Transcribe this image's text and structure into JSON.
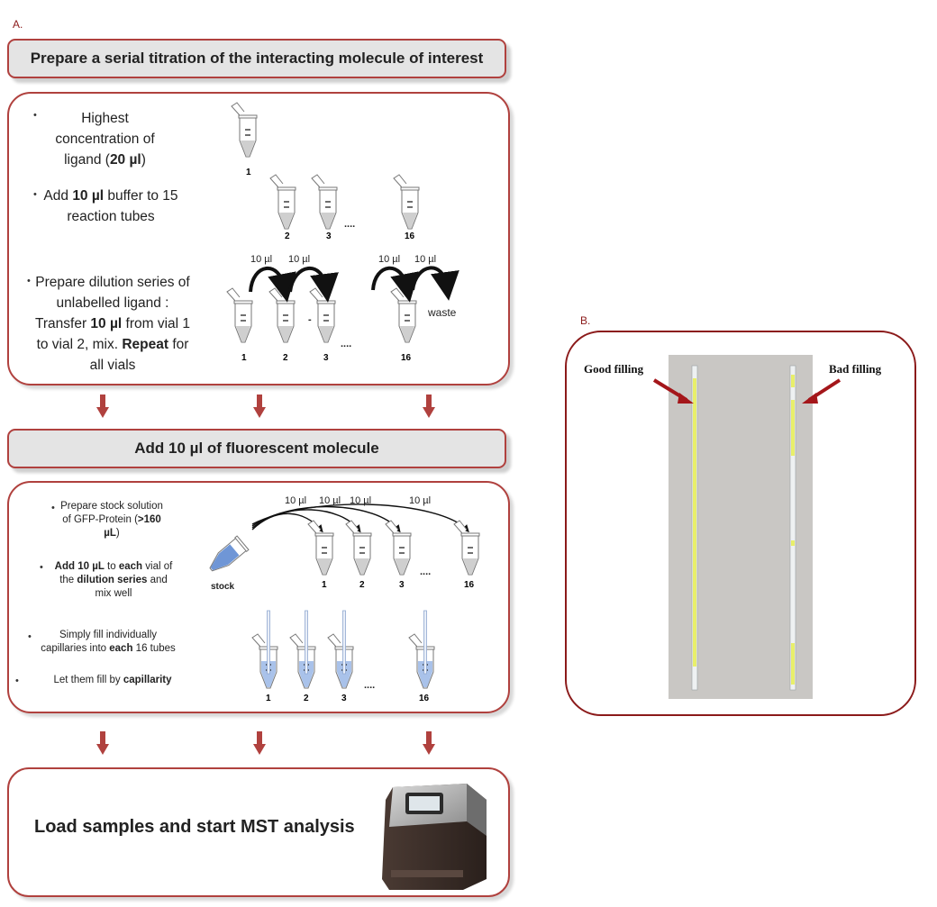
{
  "panel_a_label": "A.",
  "panel_b_label": "B.",
  "step1": {
    "header": "Prepare a serial titration of the interacting molecule of interest",
    "bullet1": {
      "pre": "Highest concentration of ligand (",
      "bold": "20 µl",
      "post": ")"
    },
    "bullet2": {
      "pre": "Add ",
      "bold": "10 µl",
      "post": " buffer to 15 reaction tubes"
    },
    "bullet3": {
      "pre": "Prepare dilution series of unlabelled ligand : Transfer ",
      "bold": "10 µl",
      "mid": " from vial 1 to vial 2, mix. ",
      "bold2": "Repeat",
      "post": " for all vials"
    },
    "tube_labels_row1": [
      "1"
    ],
    "tube_labels_row2": [
      "2",
      "3",
      "16"
    ],
    "tube_labels_row3": [
      "1",
      "2",
      "3",
      "16"
    ],
    "transfer_label": "10 µl",
    "waste_label": "waste",
    "ellipsis": "...."
  },
  "step2": {
    "header": "Add 10 µl of fluorescent molecule",
    "bullet1": {
      "pre": "Prepare stock solution of GFP-Protein  (",
      "bold": ">160 µL",
      "post": ")"
    },
    "bullet2": {
      "bold1": "Add 10 µL",
      "mid1": " to ",
      "bold2": "each",
      "mid2": " vial of the ",
      "bold3": "dilution series",
      "post": " and mix well"
    },
    "bullet3": {
      "pre": "Simply fill individually capillaries into ",
      "bold": "each",
      "post": " 16 tubes"
    },
    "bullet4": {
      "pre": "Let them fill by ",
      "bold": "capillarity"
    },
    "stock_label": "stock",
    "tube_labels": [
      "1",
      "2",
      "3",
      "16"
    ],
    "transfer_label": "10 µl"
  },
  "step3": {
    "text": "Load samples and start MST analysis"
  },
  "panel_b": {
    "good_label": "Good filling",
    "bad_label": "Bad filling"
  },
  "colors": {
    "accent": "#b0413e",
    "frame_b": "#8b1a1a",
    "liquid_blue": "#8fb0e0",
    "capillary_fill": "#e8ef6a",
    "photo_bg": "#c9c7c4"
  }
}
